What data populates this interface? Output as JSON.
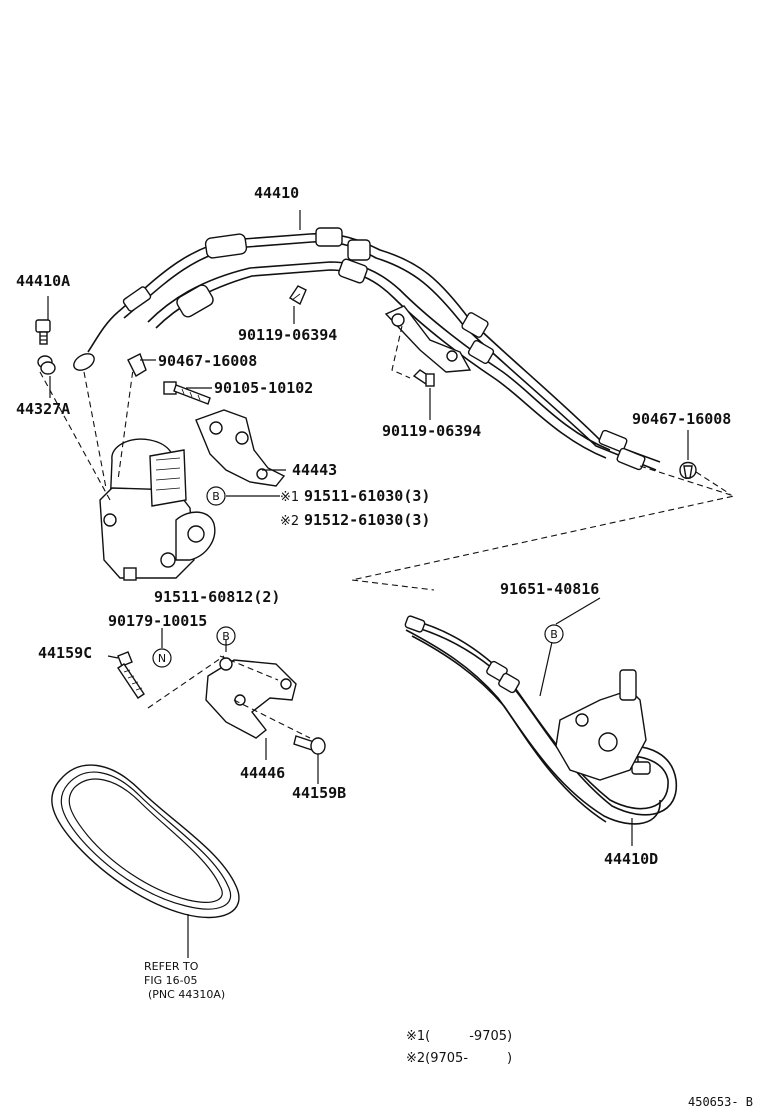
{
  "labels": {
    "hose_main": "44410",
    "union_bolt": "44410A",
    "gasket": "44327A",
    "clip_left": "90467-16008",
    "bolt_left": "90105-10102",
    "bolt_top": "90119-06394",
    "bolt_mid": "90119-06394",
    "clip_right": "90467-16008",
    "bracket_top": "44443",
    "bolt_a1": "91511-61030(3)",
    "bolt_a2": "91512-61030(3)",
    "bolt_b": "91511-60812(2)",
    "bolt_n": "90179-10015",
    "bolt_c": "44159C",
    "bracket_low": "44446",
    "bolt_b2": "44159B",
    "bolt_rack": "91651-40816",
    "hose_rack": "44410D",
    "mark_1": "※1",
    "mark_2": "※2",
    "circle_b": "B",
    "circle_n": "N"
  },
  "belt_note": {
    "line1": "REFER TO",
    "line2": "FIG 16-05",
    "line3": "(PNC 44310A)"
  },
  "notes": {
    "n1": "※1(　　　-9705)",
    "n2": "※2(9705-　　　)"
  },
  "figure_id": "450653- B"
}
